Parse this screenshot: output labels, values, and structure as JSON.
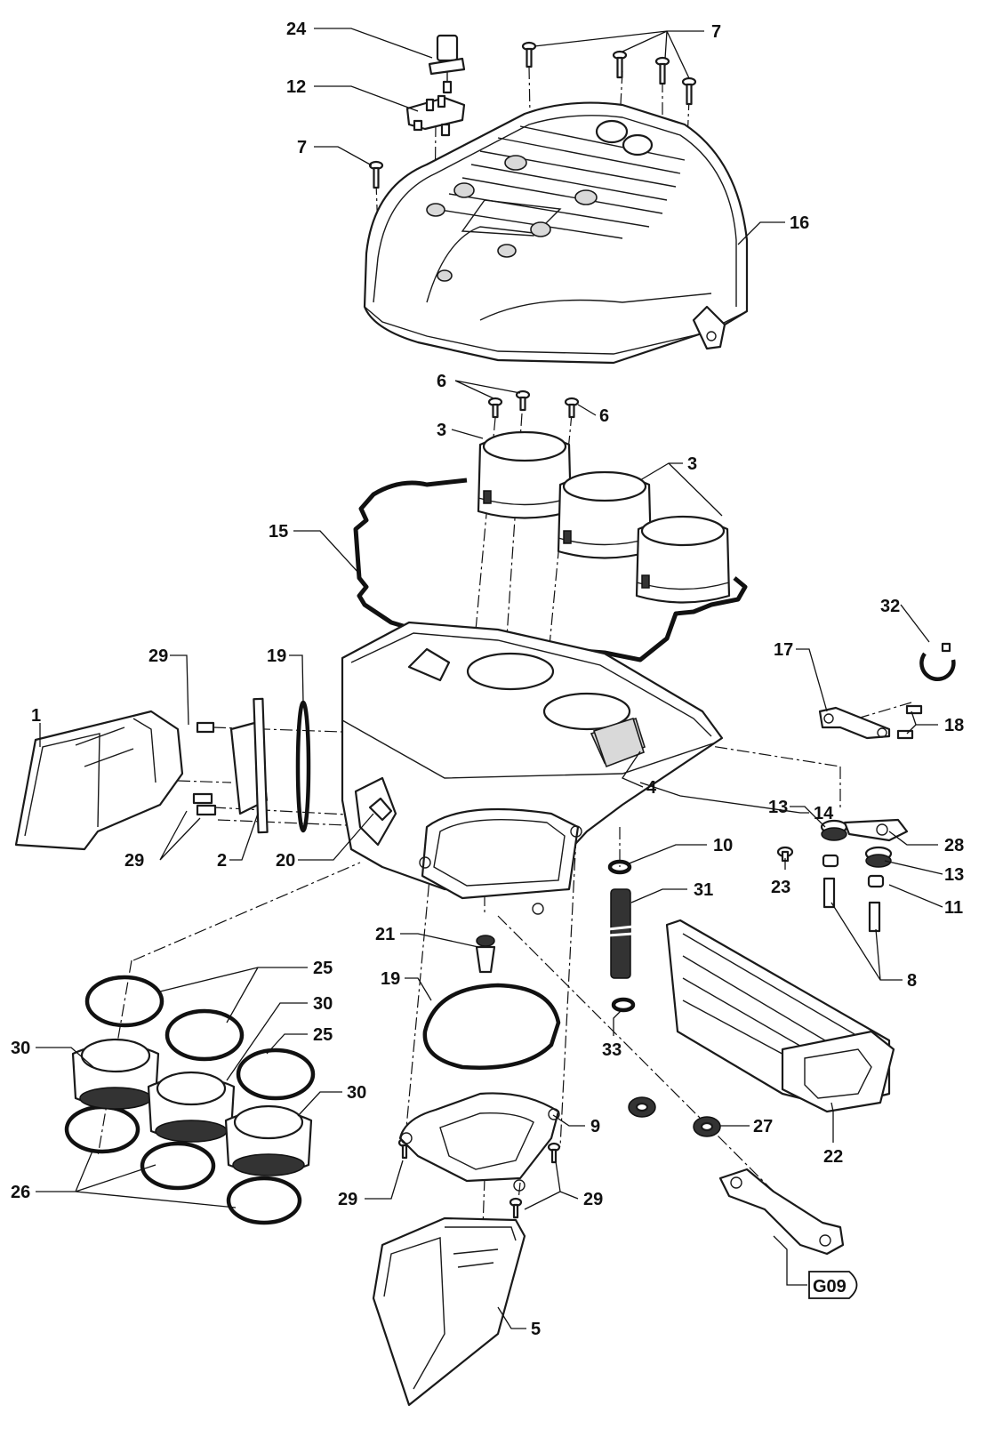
{
  "diagram": {
    "callouts": {
      "c1": "1",
      "c2": "2",
      "c3a": "3",
      "c3b": "3",
      "c4": "4",
      "c5": "5",
      "c6a": "6",
      "c6b": "6",
      "c7a": "7",
      "c7b": "7",
      "c8": "8",
      "c9": "9",
      "c10": "10",
      "c11": "11",
      "c12": "12",
      "c13a": "13",
      "c13b": "13",
      "c14": "14",
      "c15": "15",
      "c16": "16",
      "c17": "17",
      "c18": "18",
      "c19a": "19",
      "c19b": "19",
      "c20": "20",
      "c21": "21",
      "c22": "22",
      "c23": "23",
      "c24": "24",
      "c25a": "25",
      "c25b": "25",
      "c26": "26",
      "c27": "27",
      "c28": "28",
      "c29a": "29",
      "c29b": "29",
      "c29c": "29",
      "c29d": "29",
      "c30a": "30",
      "c30b": "30",
      "c30c": "30",
      "c31": "31",
      "c32": "32",
      "c33": "33"
    },
    "reference_label": "G09"
  },
  "colors": {
    "line": "#1a1a1a",
    "fill": "#ffffff",
    "shade": "#d9d9d9"
  }
}
